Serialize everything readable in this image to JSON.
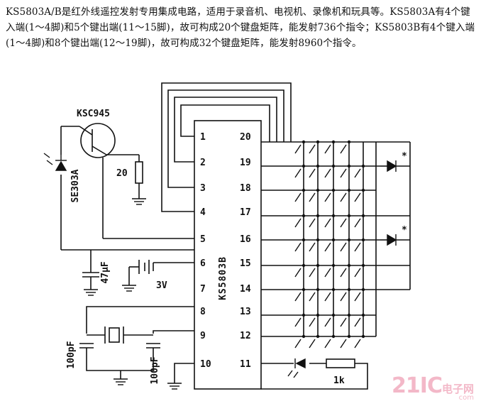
{
  "description_paragraph": "KS5803A/B是红外线遥控发射专用集成电路，适用于录音机、电视机、录像机和玩具等。KS5803A有4个键入端(1～4脚)和5个键出端(11～15脚)，故可构成20个键盘矩阵，能发射736个指令；KS5803B有4个键入端(1～4脚)和8个键出端(12～19脚)，故可构成32个键盘矩阵，能发射8960个指令。",
  "diagram": {
    "chip_label": "KS5803B",
    "transistor_label": "KSC945",
    "ir_led_label": "SE303A",
    "resistor_base_label": "20",
    "cap_supply_label": "47μF",
    "battery_label": "3V",
    "cap_left_label": "100pF",
    "cap_right_label": "100pF",
    "resistor_led_label": "1k",
    "star_mark": "*",
    "pins_left": [
      "1",
      "2",
      "3",
      "4",
      "5",
      "6",
      "7",
      "8",
      "9",
      "10"
    ],
    "pins_right": [
      "20",
      "19",
      "18",
      "17",
      "16",
      "15",
      "14",
      "13",
      "12",
      "11"
    ]
  },
  "watermark": {
    "brand": "21IC",
    "cn": "电子网",
    "domain": "com"
  }
}
